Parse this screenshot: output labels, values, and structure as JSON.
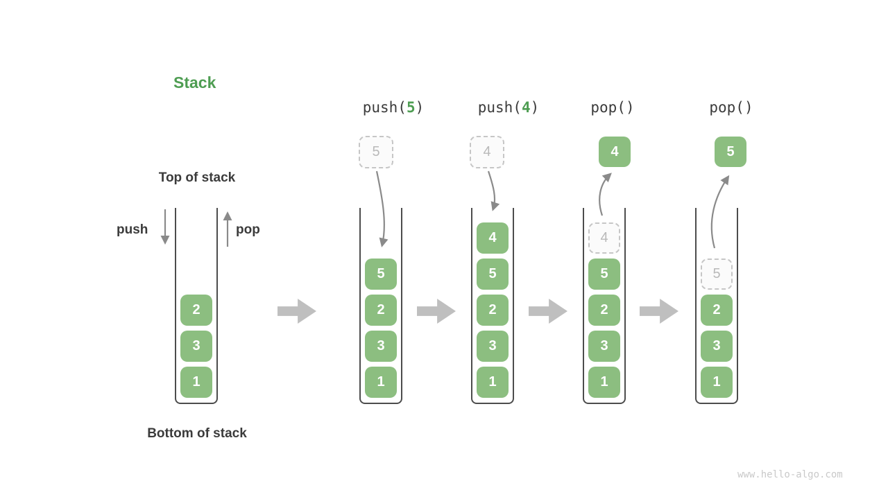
{
  "title": "Stack",
  "labels": {
    "top_of_stack": "Top of stack",
    "bottom_of_stack": "Bottom of stack",
    "push": "push",
    "pop": "pop"
  },
  "watermark": "www.hello-algo.com",
  "colors": {
    "element_green": "#8cbe80",
    "accent_green": "#4e9d52",
    "dark_text": "#3b3b3b",
    "thin_arrow_gray": "#8a8a8a",
    "block_arrow_gray": "#bfbfbf",
    "dashed_border_gray": "#c6c6c6",
    "dashed_text_gray": "#b9b9b9",
    "watermark_gray": "#c9c9c9"
  },
  "columns": [
    {
      "operation": null,
      "floating": null,
      "cells": [
        {
          "value": "2",
          "type": "solid"
        },
        {
          "value": "3",
          "type": "solid"
        },
        {
          "value": "1",
          "type": "solid"
        }
      ]
    },
    {
      "operation": {
        "pre": "push(",
        "arg": "5",
        "post": ")"
      },
      "floating": {
        "value": "5",
        "type": "dashed"
      },
      "cells": [
        {
          "value": "5",
          "type": "solid"
        },
        {
          "value": "2",
          "type": "solid"
        },
        {
          "value": "3",
          "type": "solid"
        },
        {
          "value": "1",
          "type": "solid"
        }
      ]
    },
    {
      "operation": {
        "pre": "push(",
        "arg": "4",
        "post": ")"
      },
      "floating": {
        "value": "4",
        "type": "dashed"
      },
      "cells": [
        {
          "value": "4",
          "type": "solid"
        },
        {
          "value": "5",
          "type": "solid"
        },
        {
          "value": "2",
          "type": "solid"
        },
        {
          "value": "3",
          "type": "solid"
        },
        {
          "value": "1",
          "type": "solid"
        }
      ]
    },
    {
      "operation": {
        "pre": "pop(",
        "arg": "",
        "post": ")"
      },
      "floating": {
        "value": "4",
        "type": "solid"
      },
      "cells": [
        {
          "value": "4",
          "type": "dashed"
        },
        {
          "value": "5",
          "type": "solid"
        },
        {
          "value": "2",
          "type": "solid"
        },
        {
          "value": "3",
          "type": "solid"
        },
        {
          "value": "1",
          "type": "solid"
        }
      ]
    },
    {
      "operation": {
        "pre": "pop(",
        "arg": "",
        "post": ")"
      },
      "floating": {
        "value": "5",
        "type": "solid"
      },
      "cells": [
        {
          "value": "5",
          "type": "dashed"
        },
        {
          "value": "2",
          "type": "solid"
        },
        {
          "value": "3",
          "type": "solid"
        },
        {
          "value": "1",
          "type": "solid"
        }
      ]
    }
  ]
}
